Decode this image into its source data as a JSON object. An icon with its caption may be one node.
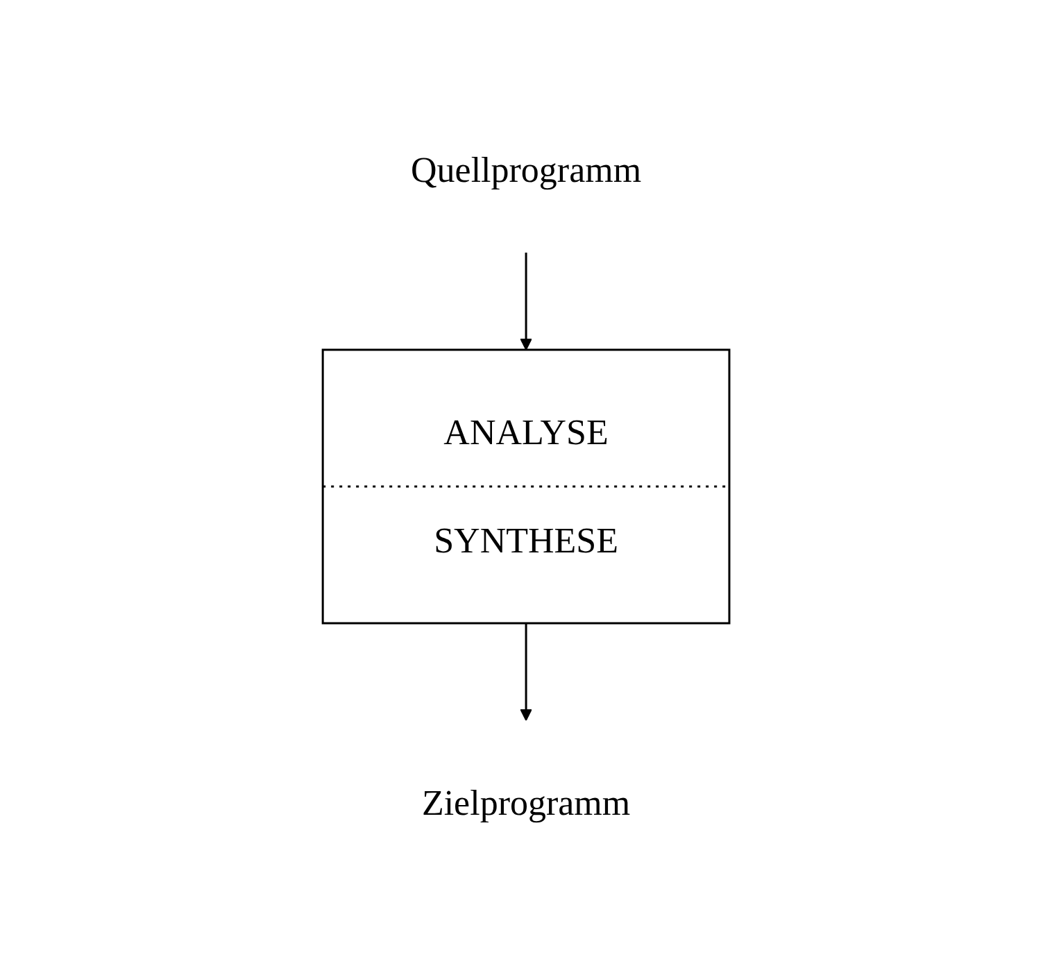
{
  "diagram": {
    "nodes": [
      {
        "text": [
          "Quellprogramm"
        ]
      },
      {
        "text": [
          "ANALYSE",
          "SYNTHESE"
        ]
      },
      {
        "text": [
          "Zielprogramm"
        ]
      }
    ],
    "edges": [
      {
        "from": 0,
        "to": 1,
        "arrow": "to"
      },
      {
        "from": 1,
        "to": 2,
        "arrow": "to"
      }
    ]
  }
}
